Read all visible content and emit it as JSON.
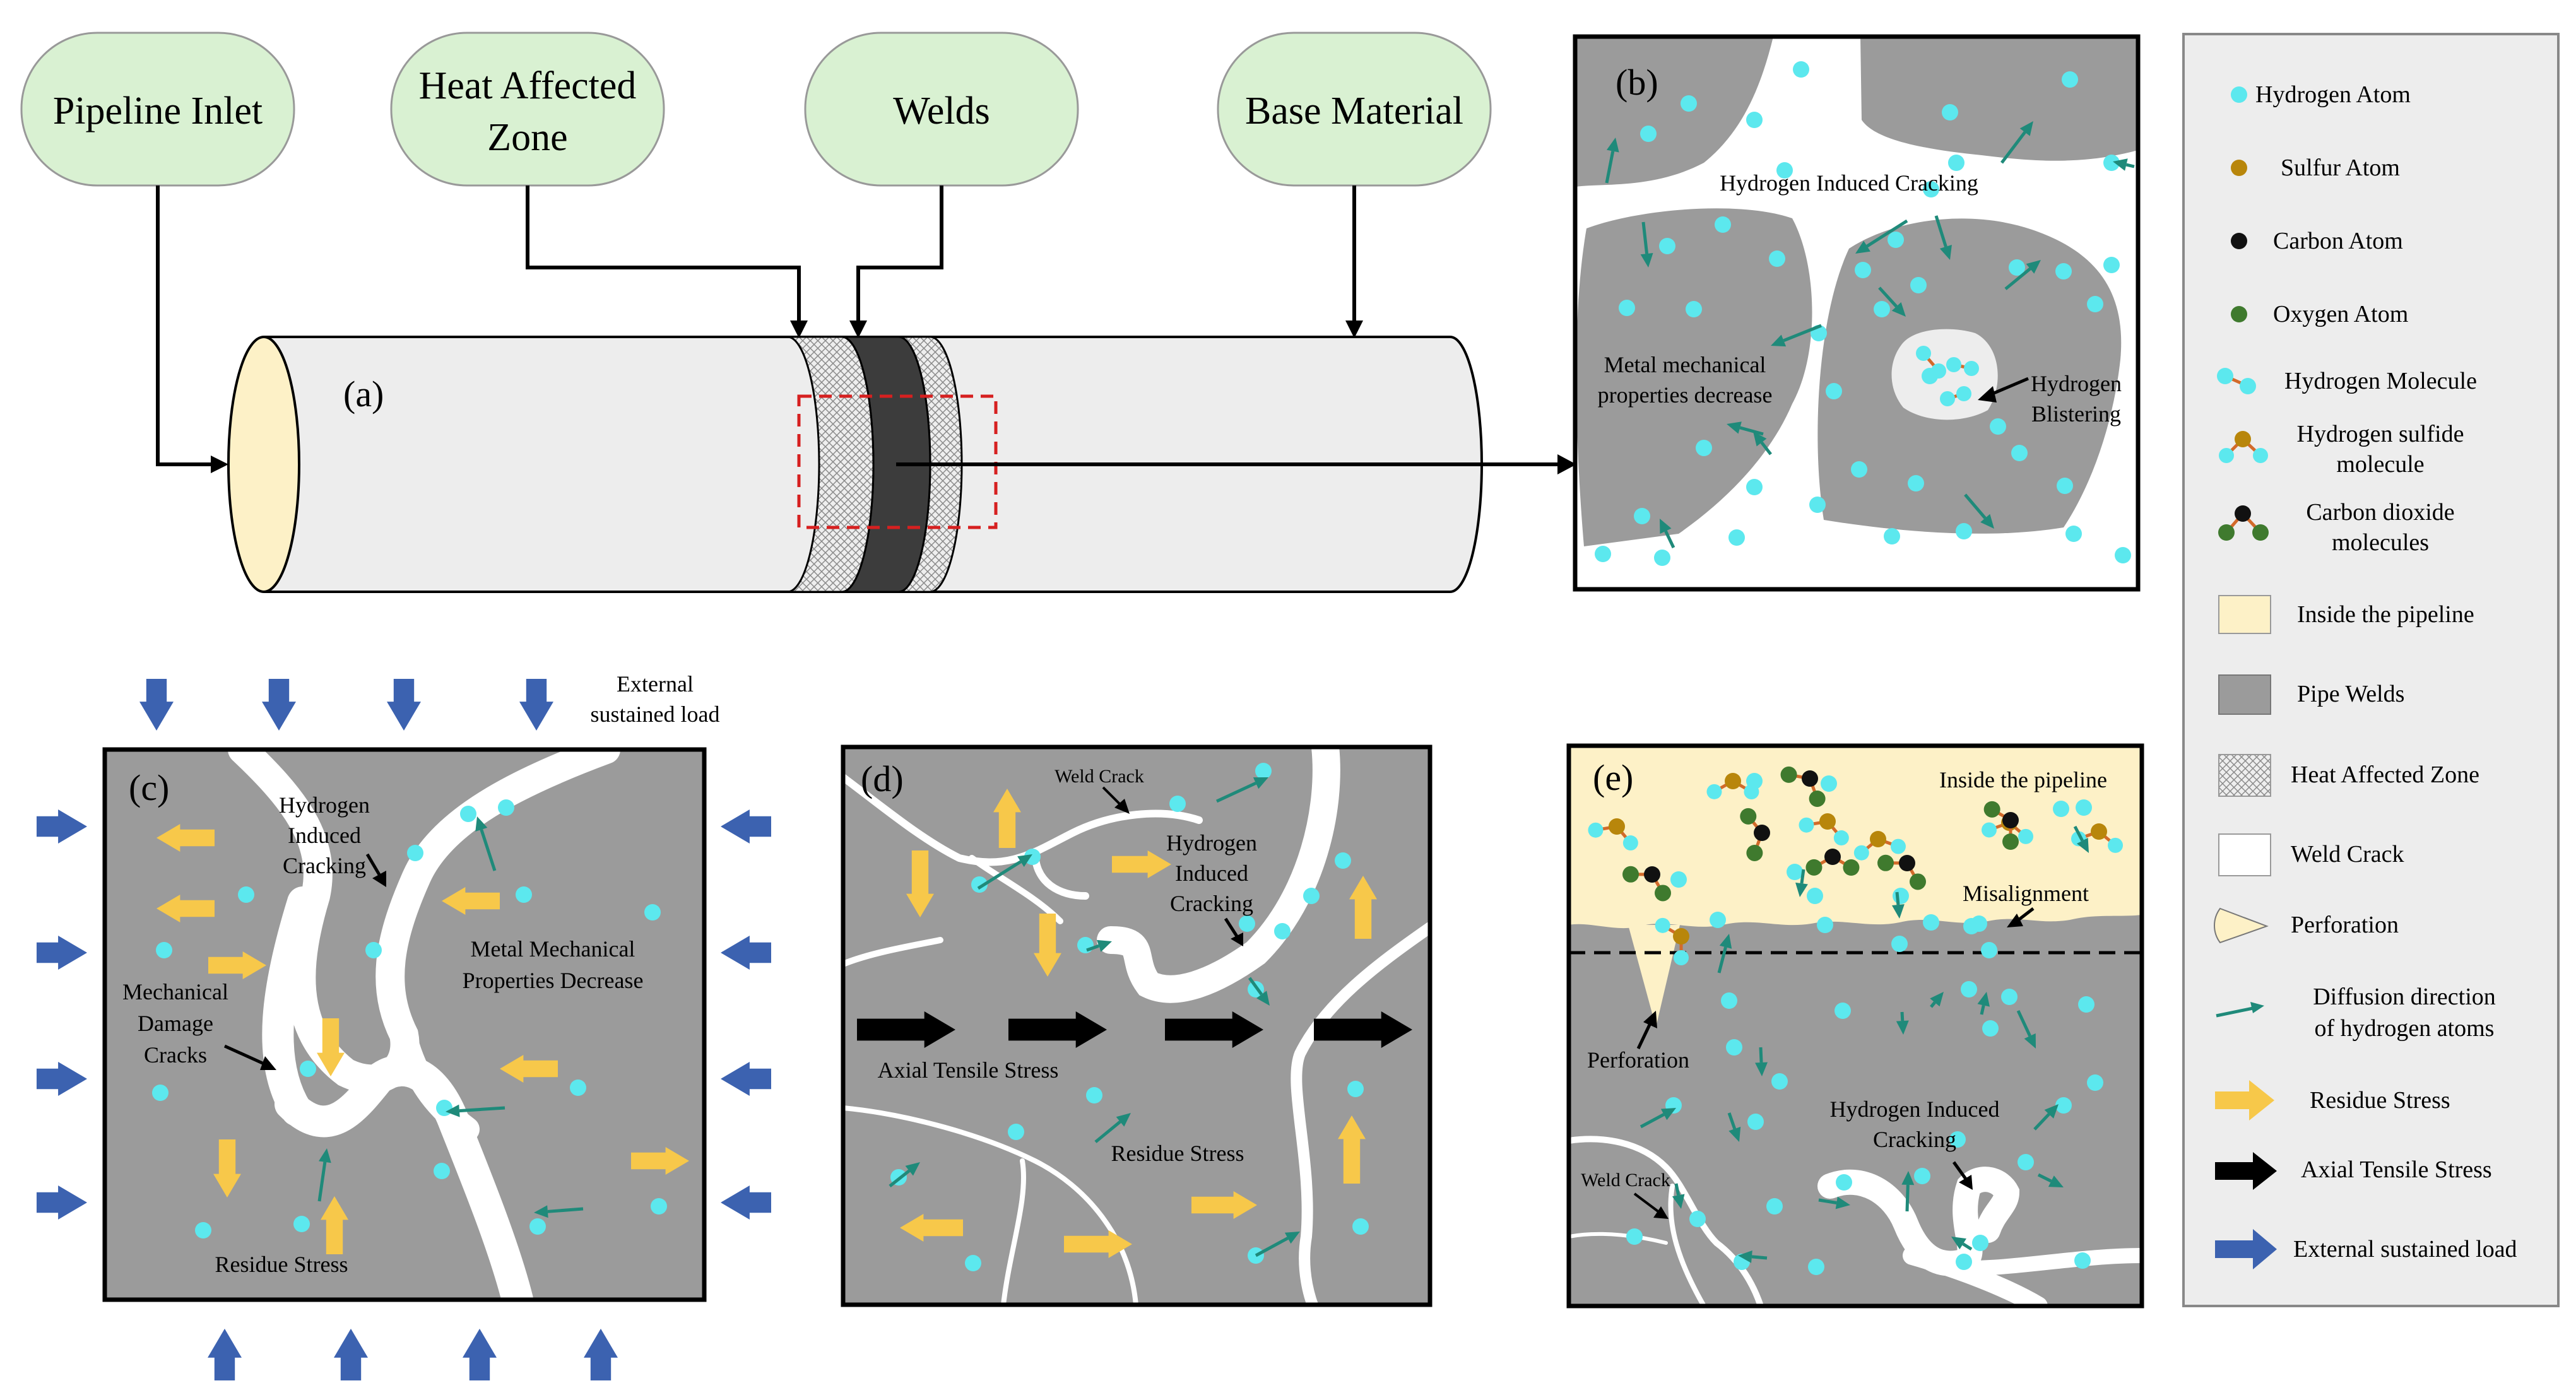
{
  "top_labels": {
    "pipeline_inlet": "Pipeline Inlet",
    "haz_line1": "Heat Affected",
    "haz_line2": "Zone",
    "welds": "Welds",
    "base_material": "Base Material"
  },
  "panel_a": {
    "tag": "(a)"
  },
  "panel_b": {
    "tag": "(b)",
    "hic": "Hydrogen Induced Cracking",
    "metal_line1": "Metal mechanical",
    "metal_line2": "properties decrease",
    "blister_line1": "Hydrogen",
    "blister_line2": "Blistering"
  },
  "panel_c": {
    "tag": "(c)",
    "external_line1": "External",
    "external_line2": "sustained load",
    "hic_line1": "Hydrogen",
    "hic_line2": "Induced",
    "hic_line3": "Cracking",
    "metal_line1": "Metal Mechanical",
    "metal_line2": "Properties Decrease",
    "mech_line1": "Mechanical",
    "mech_line2": "Damage",
    "mech_line3": "Cracks",
    "residue": "Residue Stress"
  },
  "panel_d": {
    "tag": "(d)",
    "weld_crack": "Weld Crack",
    "hic_line1": "Hydrogen",
    "hic_line2": "Induced",
    "hic_line3": "Cracking",
    "axial": "Axial Tensile Stress",
    "residue": "Residue Stress"
  },
  "panel_e": {
    "tag": "(e)",
    "inside": "Inside the pipeline",
    "misalignment": "Misalignment",
    "perforation": "Perforation",
    "hic_line1": "Hydrogen Induced",
    "hic_line2": "Cracking",
    "weld_crack": "Weld Crack"
  },
  "legend": {
    "hydrogen_atom": "Hydrogen Atom",
    "sulfur_atom": "Sulfur Atom",
    "carbon_atom": "Carbon Atom",
    "oxygen_atom": "Oxygen Atom",
    "hydrogen_molecule": "Hydrogen Molecule",
    "h2s_line1": "Hydrogen sulfide",
    "h2s_line2": "molecule",
    "co2_line1": "Carbon dioxide",
    "co2_line2": "molecules",
    "inside_pipeline": "Inside the pipeline",
    "pipe_welds": "Pipe Welds",
    "haz": "Heat Affected Zone",
    "weld_crack": "Weld Crack",
    "perforation": "Perforation",
    "diff_line1": "Diffusion direction",
    "diff_line2": "of hydrogen atoms",
    "residue_stress": "Residue Stress",
    "axial_stress": "Axial Tensile Stress",
    "external_load": "External sustained load"
  },
  "colors": {
    "hydrogen": "#5ce8ee",
    "sulfur": "#b8860b",
    "carbon": "#111111",
    "oxygen": "#3f7a2e",
    "bond": "#d26a2a",
    "inside": "#fdf1c7",
    "metal": "#9b9b9b",
    "box": "#d9f1d2",
    "diffusion": "#1f8a7a",
    "residue": "#f7c84a",
    "axial": "#000000",
    "external": "#3c62b0"
  }
}
